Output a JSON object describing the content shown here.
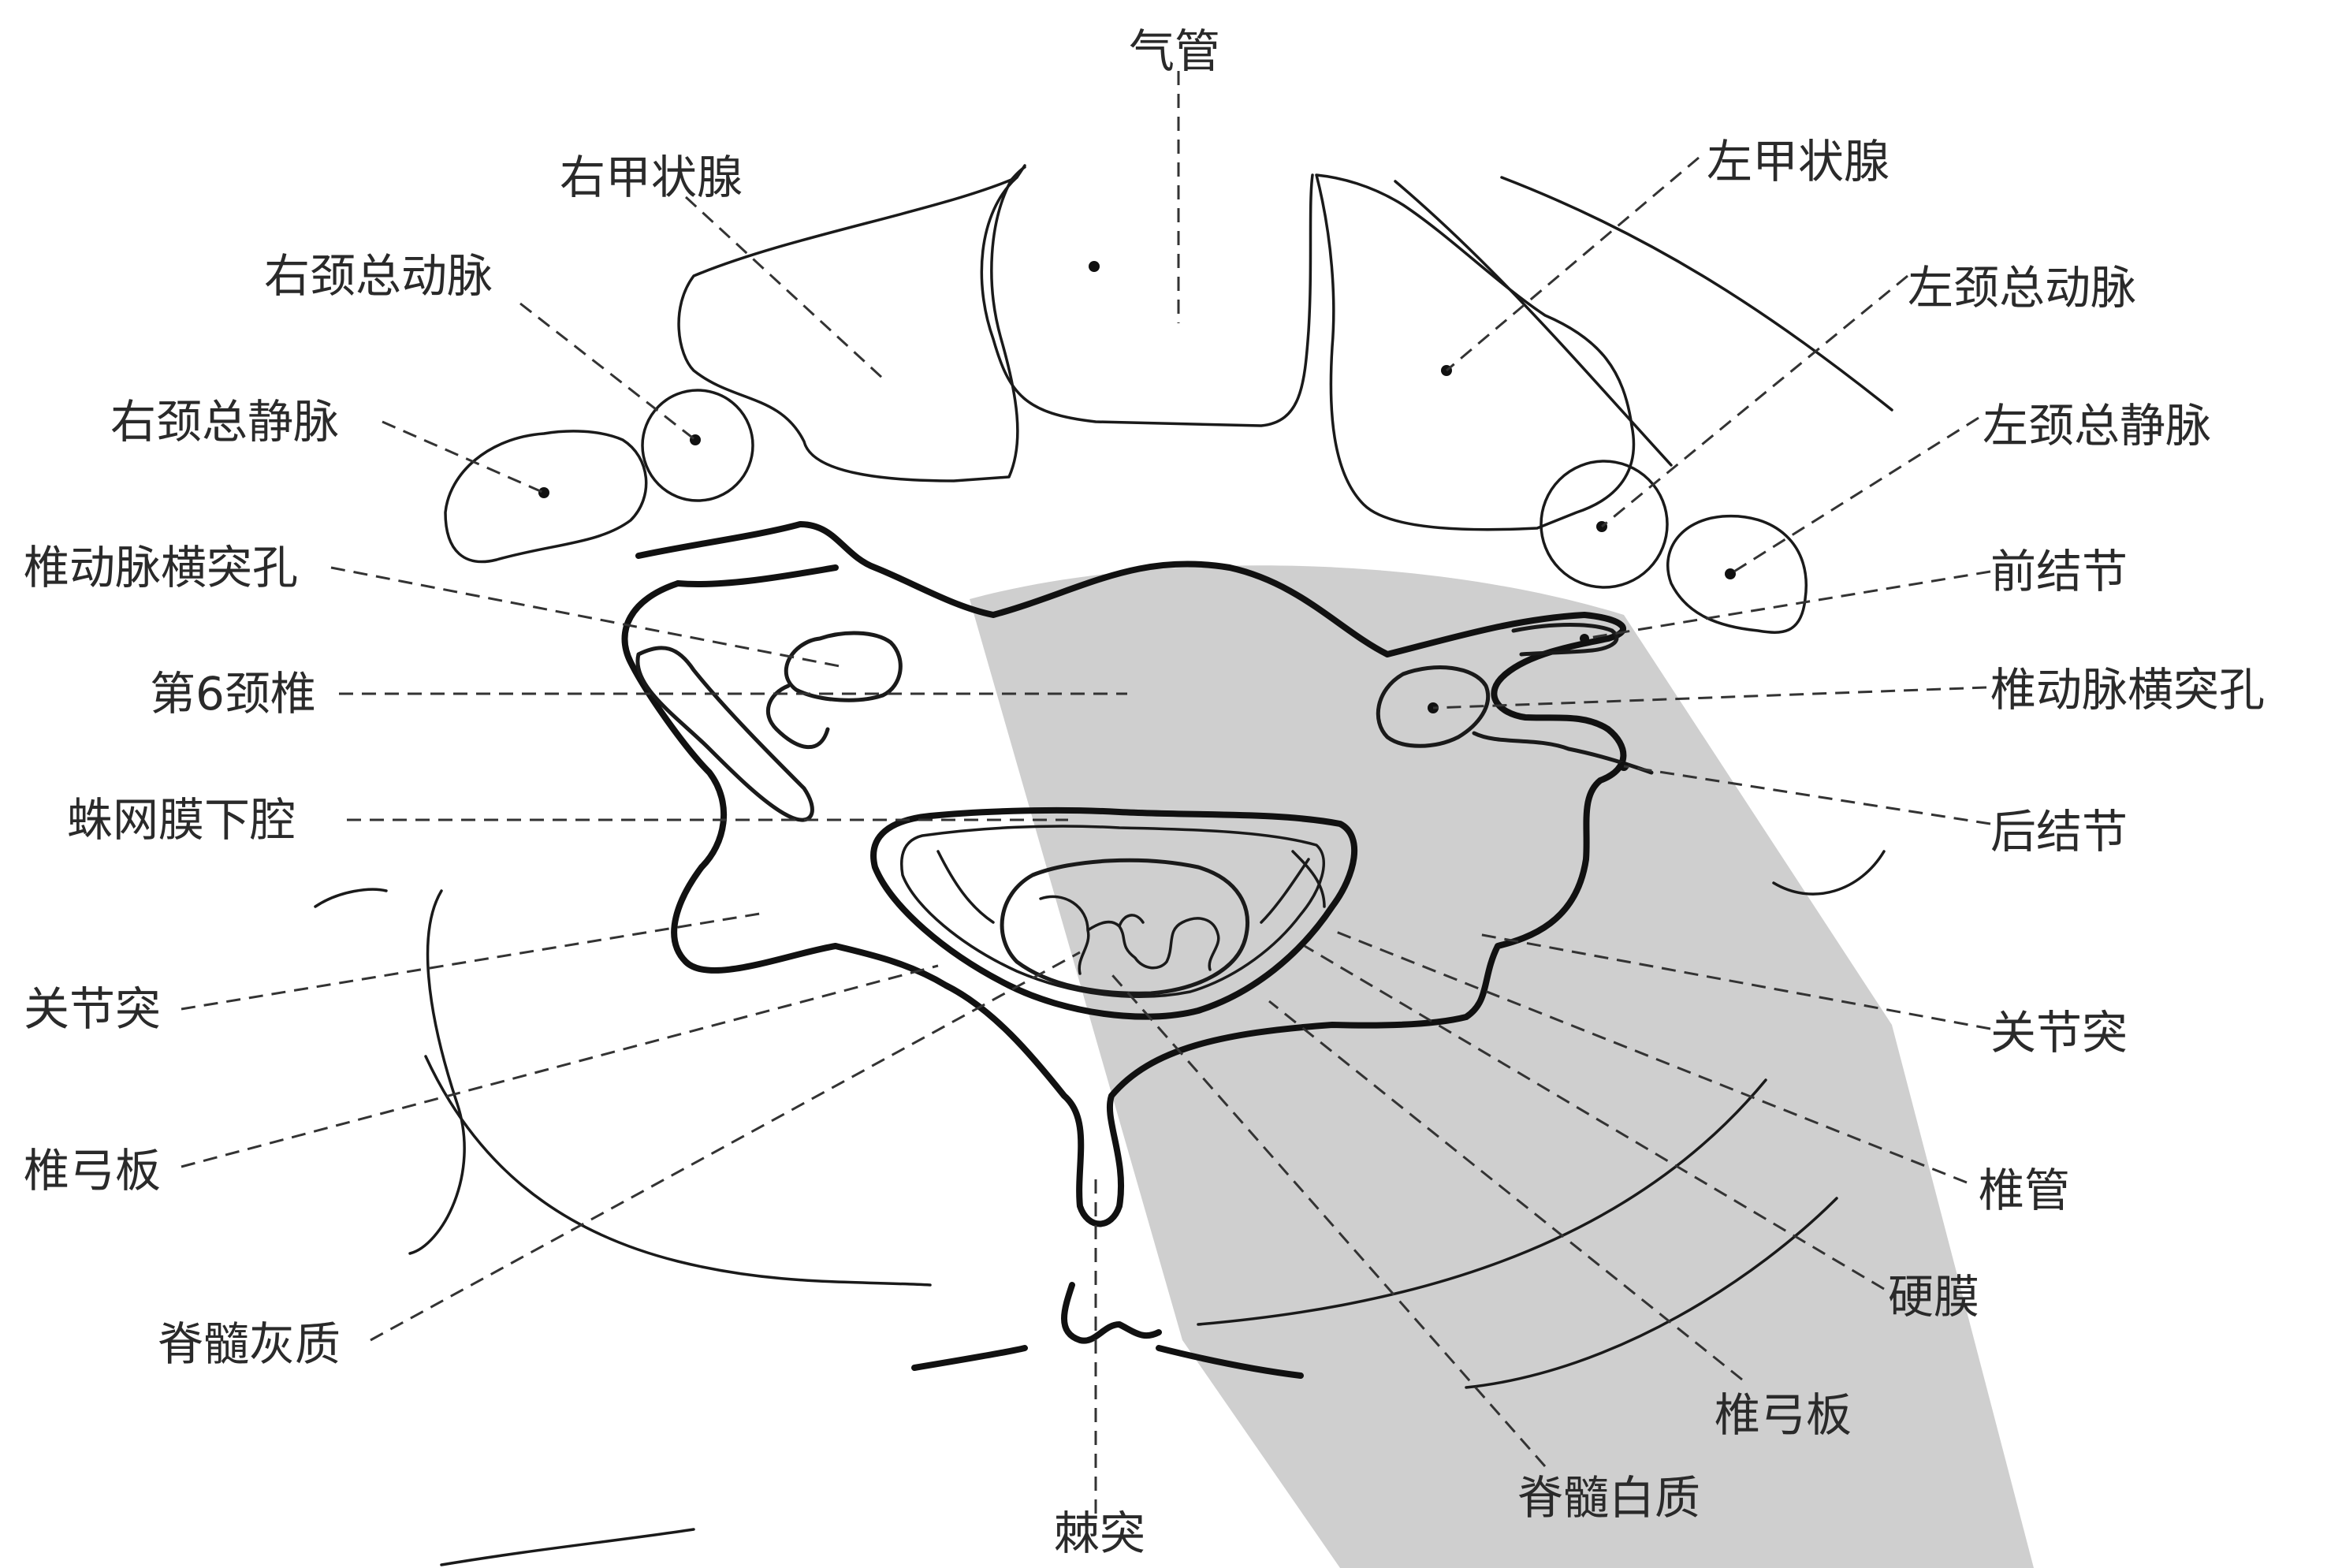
{
  "labels": {
    "trachea": "气管",
    "right_thyroid": "右甲状腺",
    "left_thyroid": "左甲状腺",
    "right_cca": "右颈总动脉",
    "left_cca": "左颈总动脉",
    "right_ijv": "右颈总静脉",
    "left_ijv": "左颈总静脉",
    "right_transverse_foramen": "椎动脉横突孔",
    "left_transverse_foramen": "椎动脉横突孔",
    "anterior_tubercle": "前结节",
    "posterior_tubercle": "后结节",
    "c6_vertebra": "第6颈椎",
    "subarachnoid_space": "蛛网膜下腔",
    "right_articular_process": "关节突",
    "left_articular_process": "关节突",
    "right_lamina": "椎弓板",
    "left_lamina": "椎弓板",
    "vertebral_canal": "椎管",
    "dura_mater": "硬膜",
    "gray_matter": "脊髓灰质",
    "white_matter": "脊髓白质",
    "spinous_process": "棘突"
  },
  "watermark": {
    "color": "#cfcfcf"
  }
}
